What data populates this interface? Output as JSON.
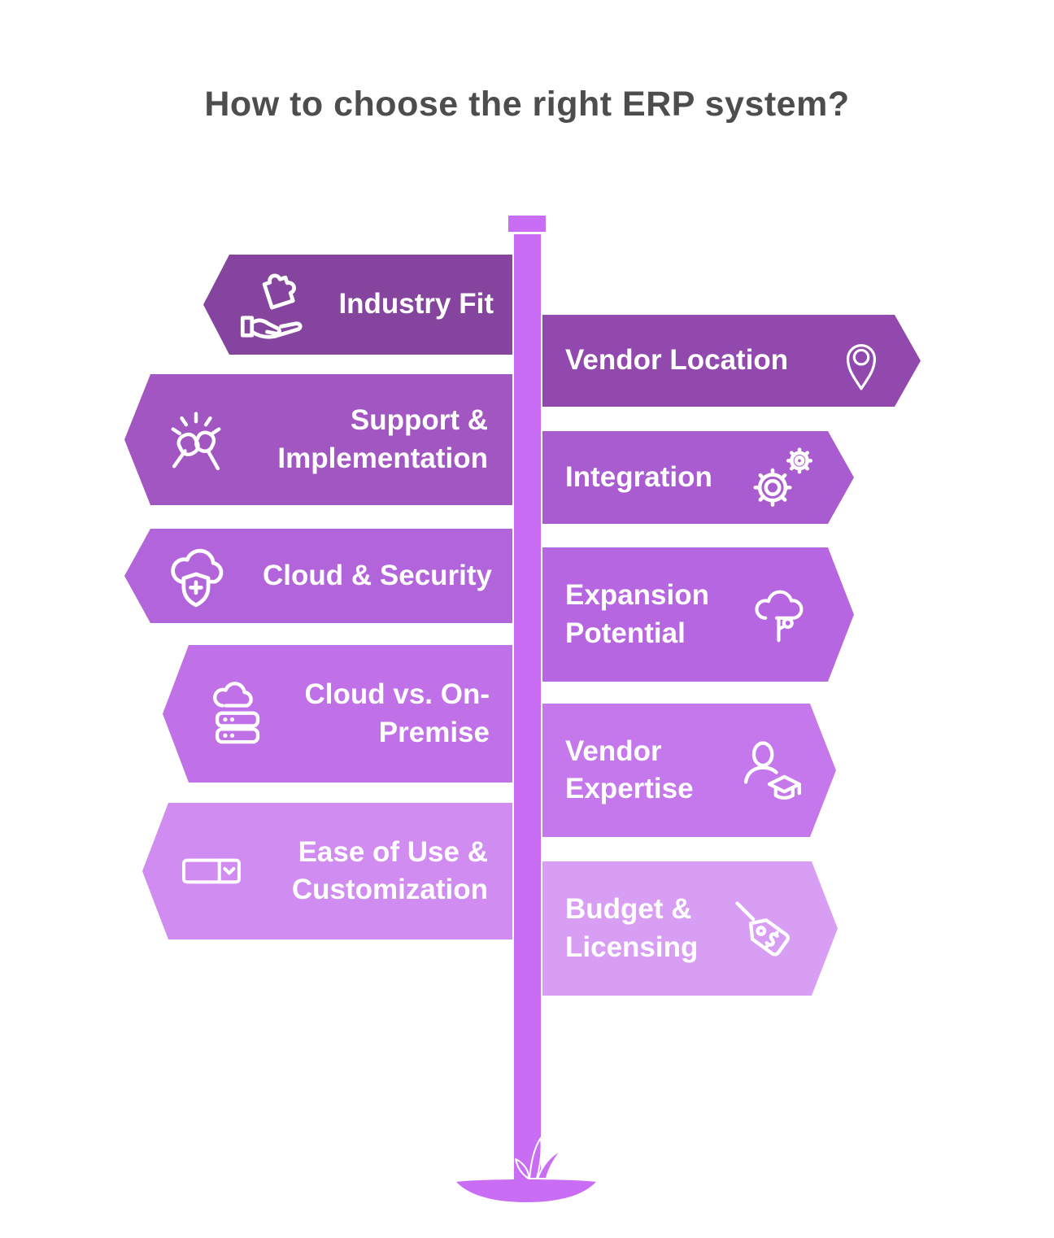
{
  "title": "How to choose the right ERP system?",
  "colors": {
    "background": "#ffffff",
    "title_text": "#4d4d4d",
    "sign_text": "#ffffff",
    "pole": "#ca6df5"
  },
  "signs_left": [
    {
      "label": "Industry Fit",
      "icon": "puzzle-hand-icon",
      "color": "#85459f"
    },
    {
      "label": "Support &\nImplementation",
      "icon": "fist-bump-icon",
      "color": "#a156c2"
    },
    {
      "label": "Cloud & Security",
      "icon": "cloud-shield-icon",
      "color": "#b264da"
    },
    {
      "label": "Cloud vs. On-\nPremise",
      "icon": "cloud-server-icon",
      "color": "#c071e8"
    },
    {
      "label": "Ease of Use &\nCustomization",
      "icon": "dropdown-box-icon",
      "color": "#d08cf0"
    }
  ],
  "signs_right": [
    {
      "label": "Vendor Location",
      "icon": "location-pin-icon",
      "color": "#9149ae"
    },
    {
      "label": "Integration",
      "icon": "gears-icon",
      "color": "#a95cd0"
    },
    {
      "label": "Expansion\nPotential",
      "icon": "growth-tree-icon",
      "color": "#b766e2"
    },
    {
      "label": "Vendor\nExpertise",
      "icon": "graduate-icon",
      "color": "#c478ec"
    },
    {
      "label": "Budget &\nLicensing",
      "icon": "price-tag-icon",
      "color": "#d89ef3"
    }
  ]
}
